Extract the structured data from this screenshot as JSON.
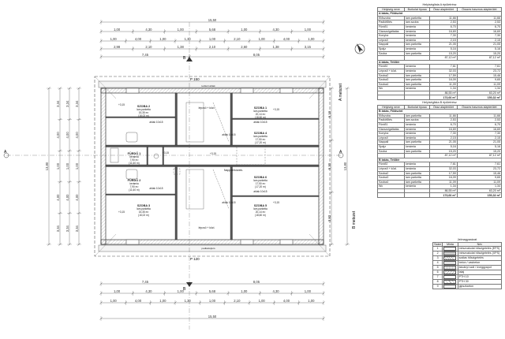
{
  "dims": {
    "top_total": "15,50",
    "top_seg_a": "7,45",
    "top_seg_b": "8,05",
    "top_chain_1": [
      "1,00",
      "4,30",
      "1,00",
      "5,68",
      "1,00",
      "4,30",
      "1,00"
    ],
    "top_chain_2": [
      "1,00",
      "4,00",
      "1,00",
      "1,30",
      "1,00",
      "2,10",
      "1,00",
      "4,00",
      "1,00"
    ],
    "top_chain_3": [
      "2,98",
      "2,10",
      "1,38",
      "2,10",
      "2,60",
      "1,38",
      "3,15"
    ],
    "bottom_total": "15,50",
    "bottom_seg_a": "7,45",
    "bottom_seg_b": "8,05",
    "bottom_chain_1": [
      "1,00",
      "4,30",
      "1,00",
      "5,68",
      "1,00",
      "4,30",
      "1,00"
    ],
    "bottom_chain_2": [
      "1,00",
      "4,00",
      "1,00",
      "1,30",
      "1,00",
      "2,10",
      "1,00",
      "4,00",
      "1,00"
    ],
    "left_total": "13,80",
    "left_chain": [
      "3,34",
      "4,00",
      "1,00",
      "4,00",
      "3,34"
    ],
    "right_total": "13,80",
    "right_chain": [
      "6,19",
      "5,30",
      "3,82"
    ],
    "section_left": "A",
    "section_right": "A",
    "section_mark": "B",
    "section_label_top": "B",
    "axis_label_right": "B metszet",
    "axis_label_left": "A metszet",
    "ridge_top": "P 150",
    "ridge_bottom": "P 120"
  },
  "rooms": [
    {
      "name": "SZOBA 2",
      "floor": "lam.parketta",
      "area": "15,35 m²",
      "perim": "(16,02 m)"
    },
    {
      "name": "FÜRDŐ 1",
      "floor": "kerámia",
      "area": "7,90 m²",
      "perim": "(11,60 m)"
    },
    {
      "name": "FÜRDŐ 2",
      "floor": "kerámia",
      "area": "7,90 m²",
      "perim": "(11,60 m)"
    },
    {
      "name": "SZOBA 3",
      "floor": "lam.parketta",
      "area": "15,35 m²",
      "perim": "(16,02 m)"
    },
    {
      "name": "SZOBA 1",
      "floor": "lam.parketta",
      "area": "20,14 m²",
      "perim": "(18,60 m)"
    },
    {
      "name": "SZOBA 4",
      "floor": "lam.parketta",
      "area": "17,50 m²",
      "perim": "(17,20 m)"
    },
    {
      "name": "SZOBA 5",
      "floor": "lam.parketta",
      "area": "20,14 m²",
      "perim": "(18,60 m)"
    },
    {
      "name": "SZOBA 6",
      "floor": "lam.parketta",
      "area": "17,50 m²",
      "perim": "(17,20 m)"
    }
  ],
  "plan_labels": {
    "lepcso_1": "lépcső + közl.",
    "lepcso_2": "lépcső + közl.",
    "hall": "Nappali/közlek.",
    "level_1": "+3,15",
    "level_2": "+3,15",
    "level_3": "+3,15",
    "level_4": "+3,15",
    "level_5": "+3,15",
    "level_6": "+3,15",
    "vent": "tetőtéri ablak",
    "ladder": "padlásfeljáró",
    "window_1": "ablak 10x15",
    "window_2": "ablak 10x15",
    "window_3": "ablak 10x15",
    "window_4": "ablak 10x15",
    "window_5": "ablak 10x15",
    "window_6": "ablak 10x15"
  },
  "table_a": {
    "title": "Helyiséglista A épületrész",
    "headers": [
      "Helyiség neve",
      "Burkolat típusa",
      "Össz alapterület",
      "Összes hasznos alapterület"
    ],
    "sec1": "A lakás, Földszint",
    "rows1": [
      [
        "Előszoba",
        "lam.parketta",
        "11,66",
        "11,66"
      ],
      [
        "Padlófűtés",
        "lam.szoba",
        "2,53",
        "2,53"
      ],
      [
        "Fürdő1",
        "kerámia",
        "6,70",
        "6,70"
      ],
      [
        "Gázszolgáltatás",
        "kerámia",
        "16,69",
        "16,69"
      ],
      [
        "Konyha",
        "kerámia",
        "7,30",
        "7,30"
      ],
      [
        "Lépcső",
        "kerámia",
        "2,15",
        "2,15"
      ],
      [
        "Nappali",
        "lam.parketta",
        "21,05",
        "21,05"
      ],
      [
        "Spájz",
        "kerámia",
        "5,16",
        "5,16"
      ],
      [
        "Szoba",
        "lam.parketta",
        "15,20",
        "15,20"
      ]
    ],
    "sum1": [
      "87,12 m²",
      "87,12 m²"
    ],
    "sec2": "A lakás, Tetőtér",
    "rows2": [
      [
        "Fürdő2",
        "kerámia",
        "7,61",
        "7,61"
      ],
      [
        "Lépcső + közl.",
        "kerámia",
        "32,03",
        "23,72"
      ],
      [
        "Szoba2",
        "lam.parketta",
        "17,59",
        "15,46"
      ],
      [
        "Szoba3",
        "lam.parketta",
        "16,09",
        "9,65"
      ],
      [
        "Szoba4",
        "lam.parketta",
        "11,09",
        "11,09"
      ],
      [
        "Wc",
        "kerámia",
        "1,34",
        "1,34"
      ]
    ],
    "sum2": [
      "86,55 m²",
      "63,20 m²"
    ],
    "total": [
      "173,66 m²",
      "150,32 m²"
    ]
  },
  "table_b": {
    "title": "Helyiséglista B épületrész",
    "headers": [
      "Helyiség neve",
      "Burkolat típusa",
      "Össz alapterület",
      "Összes hasznos alapterület"
    ],
    "sec1": "B lakás, Földszint",
    "rows1": [
      [
        "Előszoba",
        "lam.parketta",
        "11,66",
        "11,66"
      ],
      [
        "Padlófűtés",
        "lam.szoba",
        "2,53",
        "2,53"
      ],
      [
        "Fürdő1",
        "kerámia",
        "6,70",
        "6,70"
      ],
      [
        "Gázszolgáltatás",
        "kerámia",
        "16,69",
        "16,69"
      ],
      [
        "Konyha",
        "kerámia",
        "7,30",
        "7,30"
      ],
      [
        "Lépcső",
        "kerámia",
        "2,15",
        "2,15"
      ],
      [
        "Nappali",
        "lam.parketta",
        "21,05",
        "21,05"
      ],
      [
        "Spájz",
        "kerámia",
        "5,16",
        "5,16"
      ],
      [
        "Szoba",
        "lam.parketta",
        "15,20",
        "15,20"
      ]
    ],
    "sum1": [
      "87,12 m²",
      "87,12 m²"
    ],
    "sec2": "B lakás, Tetőtér",
    "rows2": [
      [
        "Fürdő2",
        "kerámia",
        "7,61",
        "7,61"
      ],
      [
        "Lépcső + közl.",
        "kerámia",
        "32,03",
        "23,72"
      ],
      [
        "Szoba2",
        "lam.parketta",
        "17,59",
        "15,46"
      ],
      [
        "Szoba3",
        "lam.parketta",
        "16,09",
        "9,65"
      ],
      [
        "Szoba4",
        "lam.parketta",
        "11,09",
        "11,09"
      ],
      [
        "Wc",
        "kerámia",
        "1,34",
        "1,34"
      ]
    ],
    "sum2": [
      "86,55 m²",
      "63,20 m²"
    ],
    "total": [
      "173,66 m²",
      "150,32 m²"
    ]
  },
  "legend": {
    "title": "Jelmagyarázat",
    "headers": [
      "Szám",
      "Minta",
      "Név"
    ],
    "rows": [
      [
        "1",
        "mwo",
        "mészvakolat hőszigetelés (EPS)"
      ],
      [
        "2",
        "mwo2",
        "mészvakolat hőszigetelés (XPS)"
      ],
      [
        "3",
        "wall",
        "szálas hőszigetelés"
      ],
      [
        "4",
        "conc",
        "beton / vasbeton"
      ],
      [
        "5",
        "timber",
        "ásványi szál / üveggyapot"
      ],
      [
        "6",
        "earth",
        "talaj"
      ],
      [
        "7",
        "pth",
        "PTH 10"
      ],
      [
        "8",
        "pth30",
        "PTH 30"
      ],
      [
        "9",
        "gk",
        "gipszkarton"
      ]
    ]
  },
  "colors": {
    "line": "#333333",
    "light": "#9a9a9a",
    "hatch": "#bbbbbb",
    "dim": "#555555"
  }
}
